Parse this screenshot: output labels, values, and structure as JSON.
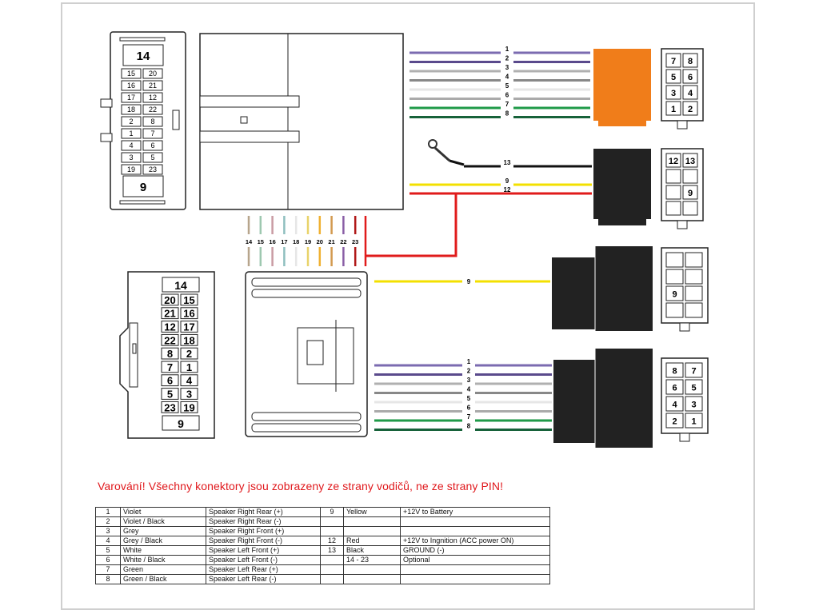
{
  "warning": "Varování! Všechny konektory jsou zobrazeny ze strany vodičů, ne ze strany PIN!",
  "top_connector": {
    "top_label": "14",
    "pin_pairs": [
      [
        "15",
        "20"
      ],
      [
        "16",
        "21"
      ],
      [
        "17",
        "12"
      ],
      [
        "18",
        "22"
      ],
      [
        "2",
        "8"
      ],
      [
        "1",
        "7"
      ],
      [
        "4",
        "6"
      ],
      [
        "3",
        "5"
      ],
      [
        "19",
        "23"
      ]
    ],
    "bottom_label": "9"
  },
  "bottom_connector": {
    "top_label": "14",
    "pin_pairs": [
      [
        "20",
        "15"
      ],
      [
        "21",
        "16"
      ],
      [
        "12",
        "17"
      ],
      [
        "22",
        "18"
      ],
      [
        "8",
        "2"
      ],
      [
        "7",
        "1"
      ],
      [
        "6",
        "4"
      ],
      [
        "5",
        "3"
      ],
      [
        "23",
        "19"
      ]
    ],
    "bottom_label": "9"
  },
  "mid_wire_labels": [
    "14",
    "15",
    "16",
    "17",
    "18",
    "19",
    "20",
    "21",
    "22",
    "23"
  ],
  "upper_speaker_wires": [
    "1",
    "2",
    "3",
    "4",
    "5",
    "6",
    "7",
    "8"
  ],
  "upper_power_wires": [
    "13",
    "9",
    "12"
  ],
  "lower_power_wire": "9",
  "lower_speaker_wires": [
    "1",
    "2",
    "3",
    "4",
    "5",
    "6",
    "7",
    "8"
  ],
  "pinouts": {
    "orange_speaker": [
      [
        "7",
        "8"
      ],
      [
        "5",
        "6"
      ],
      [
        "3",
        "4"
      ],
      [
        "1",
        "2"
      ]
    ],
    "black_power": [
      [
        "12",
        "13"
      ],
      [
        "",
        ""
      ],
      [
        "",
        "9"
      ],
      [
        "",
        ""
      ]
    ],
    "lower_power": [
      [
        "",
        ""
      ],
      [
        "",
        ""
      ],
      [
        "9",
        ""
      ],
      [
        "",
        ""
      ]
    ],
    "lower_speaker": [
      [
        "8",
        "7"
      ],
      [
        "6",
        "5"
      ],
      [
        "4",
        "3"
      ],
      [
        "2",
        "1"
      ]
    ]
  },
  "wire_colors": {
    "violet": "#7b6bb0",
    "violet_black": "#5a4a8c",
    "grey": "#b0b0b0",
    "grey_black": "#888888",
    "white": "#e6e6e6",
    "white_black": "#aaaaaa",
    "green": "#1f9a48",
    "green_black": "#17623a",
    "yellow": "#f3e000",
    "red": "#e01b1b",
    "black": "#111111",
    "orange": "#f07d1a"
  },
  "legend": [
    {
      "pin": "1",
      "color": "Violet",
      "function": "Speaker Right Rear (+)",
      "pin2": "9",
      "color2": "Yellow",
      "function2": "+12V to Battery"
    },
    {
      "pin": "2",
      "color": "Violet / Black",
      "function": "Speaker Right Rear (-)",
      "pin2": "",
      "color2": "",
      "function2": ""
    },
    {
      "pin": "3",
      "color": "Grey",
      "function": "Speaker Right Front (+)",
      "pin2": "",
      "color2": "",
      "function2": ""
    },
    {
      "pin": "4",
      "color": "Grey / Black",
      "function": "Speaker Right Front (-)",
      "pin2": "12",
      "color2": "Red",
      "function2": "+12V to Ingnition (ACC power ON)"
    },
    {
      "pin": "5",
      "color": "White",
      "function": "Speaker Left Front (+)",
      "pin2": "13",
      "color2": "Black",
      "function2": "GROUND (-)"
    },
    {
      "pin": "6",
      "color": "White / Black",
      "function": "Speaker Left Front (-)",
      "pin2": "",
      "color2": "14 - 23",
      "function2": "Optional"
    },
    {
      "pin": "7",
      "color": "Green",
      "function": "Speaker Left Rear (+)",
      "pin2": "",
      "color2": "",
      "function2": ""
    },
    {
      "pin": "8",
      "color": "Green / Black",
      "function": "Speaker Left Rear (-)",
      "pin2": "",
      "color2": "",
      "function2": ""
    }
  ]
}
